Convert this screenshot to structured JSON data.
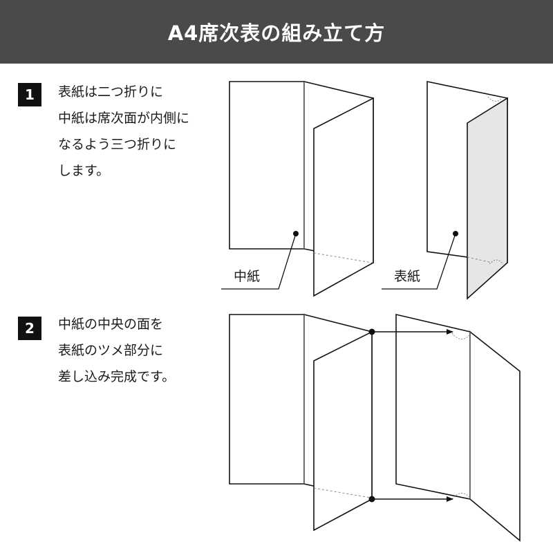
{
  "header": {
    "title": "A4席次表の組み立て方"
  },
  "steps": [
    {
      "number": "1",
      "lines": [
        "表紙は二つ折りに",
        "中紙は席次面が内側に",
        "なるよう三つ折りに",
        "します。"
      ]
    },
    {
      "number": "2",
      "lines": [
        "中紙の中央の面を",
        "表紙のツメ部分に",
        "差し込み完成です。"
      ]
    }
  ],
  "labels": {
    "inner_paper": "中紙",
    "cover": "表紙"
  },
  "colors": {
    "header_bg": "#4a4a4a",
    "cover_fill": "#e6e6e6",
    "line": "#111111"
  }
}
